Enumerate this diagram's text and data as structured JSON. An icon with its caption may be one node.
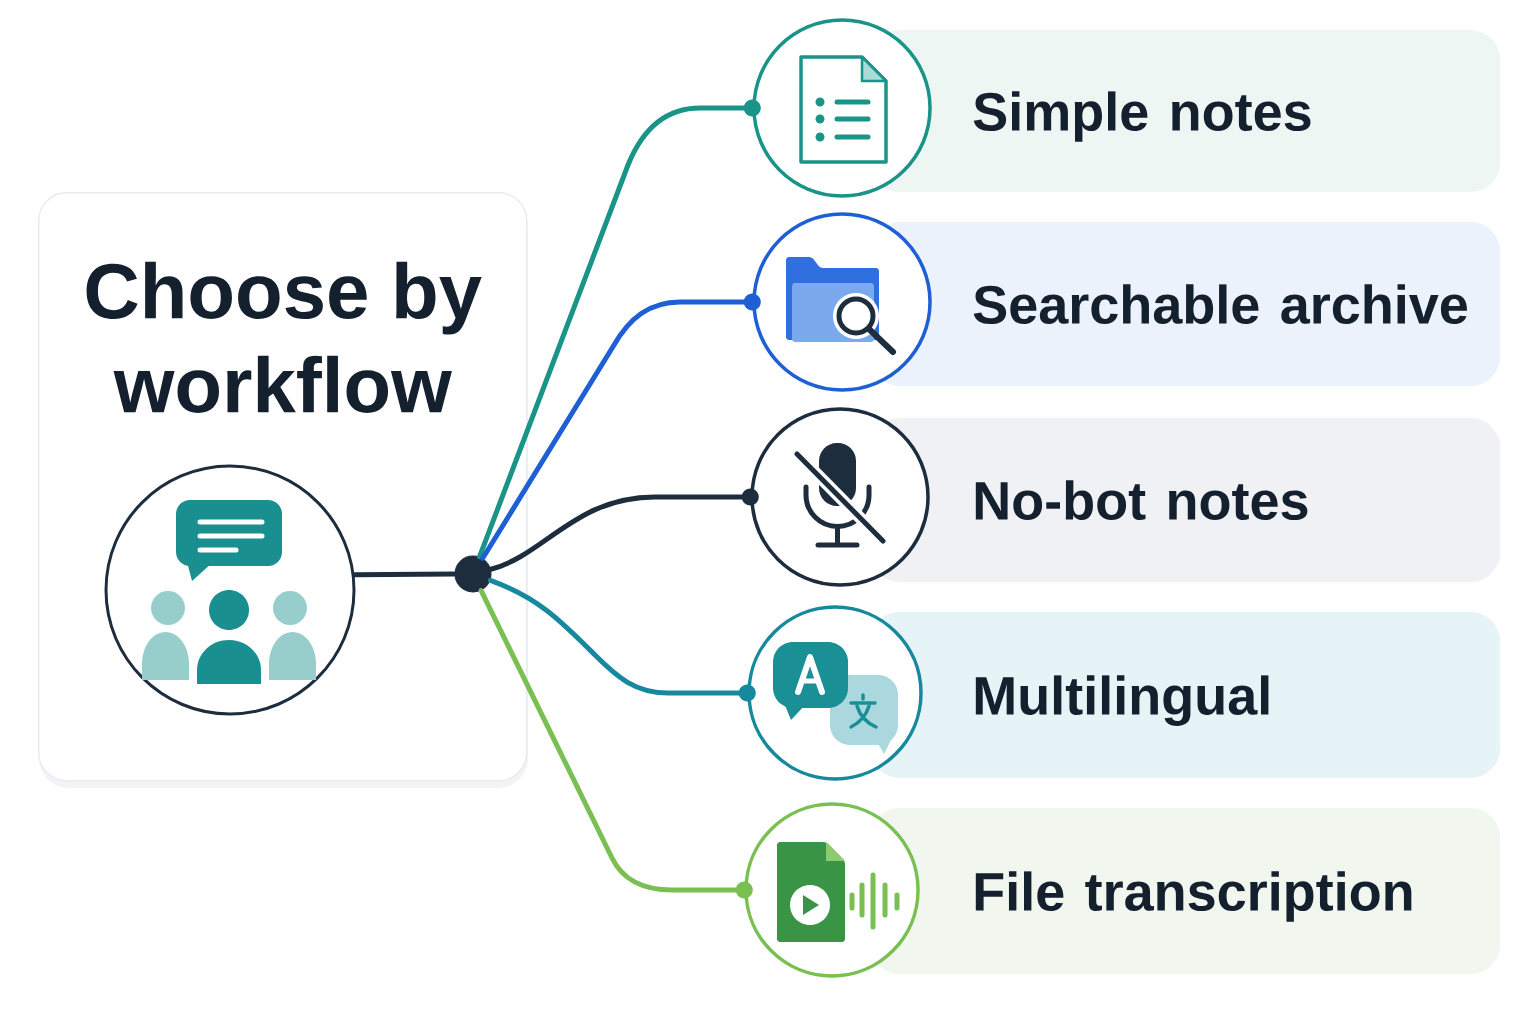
{
  "diagram": {
    "nodes": [
      {
        "text": [
          "Choose by workflow"
        ]
      },
      {
        "text": [],
        "shape": "circle",
        "in": 0
      },
      {
        "text": [],
        "shape": "circle",
        "in": 0
      },
      {
        "text": [],
        "shape": "circle"
      },
      {
        "text": [
          "Simple notes"
        ]
      },
      {
        "text": [],
        "shape": "circle"
      },
      {
        "text": [
          "Searchable archive"
        ]
      },
      {
        "text": [],
        "shape": "circle"
      },
      {
        "text": [
          "No-bot notes"
        ]
      },
      {
        "text": [],
        "shape": "circle"
      },
      {
        "text": [
          "Multilingual"
        ]
      },
      {
        "text": [],
        "shape": "circle"
      },
      {
        "text": [
          "File transcription"
        ]
      }
    ],
    "edges": [
      {
        "from": 1,
        "to": 2,
        "arrow": "none",
        "color": "#1e2d3d"
      },
      {
        "from": 2,
        "to": 3,
        "arrow": "other",
        "color": "#1a9488"
      },
      {
        "from": 2,
        "to": 5,
        "arrow": "other",
        "color": "#1f5fd6"
      },
      {
        "from": 2,
        "to": 7,
        "arrow": "other",
        "color": "#1e2d3d"
      },
      {
        "from": 2,
        "to": 9,
        "arrow": "other",
        "color": "#17899e"
      },
      {
        "from": 2,
        "to": 11,
        "arrow": "other",
        "color": "#79bf52"
      }
    ]
  }
}
